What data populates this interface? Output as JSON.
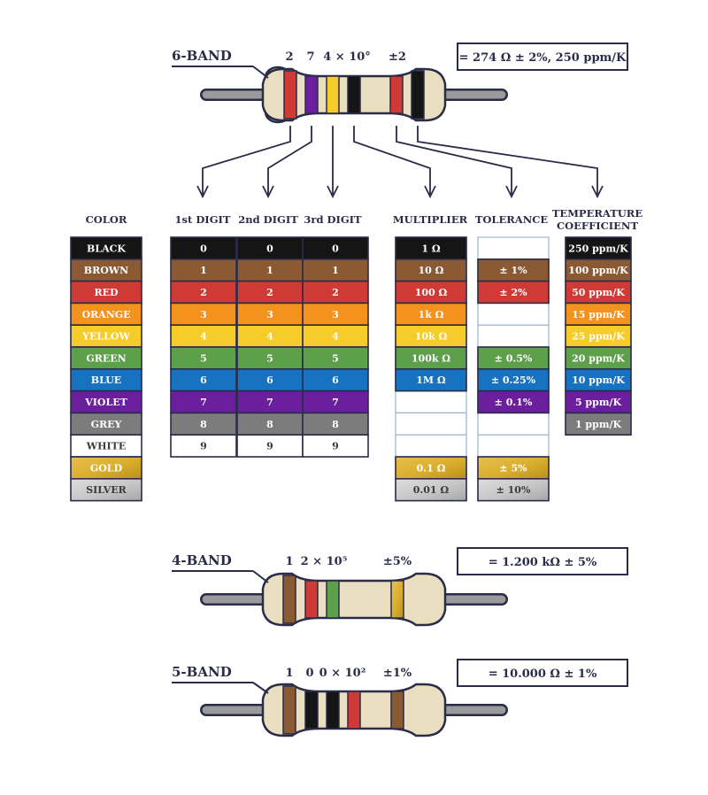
{
  "colors": {
    "ink": "#2a2c48",
    "body": "#e9dfc0",
    "body_shade": "#d9cba2",
    "lead": "#9a9a9a",
    "table_line": "#9bb4cb",
    "black": "#151515",
    "brown": "#8a5a34",
    "red": "#cf3a34",
    "orange": "#f4921e",
    "yellow": "#f6cc2a",
    "green": "#5da04a",
    "blue": "#1772c2",
    "violet": "#6b1f9e",
    "grey": "#7c7c7c",
    "white": "#ffffff",
    "gold": "#d9ad2c",
    "silver": "#c6c6c6"
  },
  "color_names": [
    "BLACK",
    "BROWN",
    "RED",
    "ORANGE",
    "YELLOW",
    "GREEN",
    "BLUE",
    "VIOLET",
    "GREY",
    "WHITE",
    "GOLD",
    "SILVER"
  ],
  "color_keys": [
    "black",
    "brown",
    "red",
    "orange",
    "yellow",
    "green",
    "blue",
    "violet",
    "grey",
    "white",
    "gold",
    "silver"
  ],
  "headers": {
    "color": "COLOR",
    "digit1": "1st DIGIT",
    "digit2": "2nd DIGIT",
    "digit3": "3rd DIGIT",
    "multiplier": "MULTIPLIER",
    "tolerance": "TOLERANCE",
    "tempco_line1": "TEMPERATURE",
    "tempco_line2": "COEFFICIENT"
  },
  "digits": [
    "0",
    "1",
    "2",
    "3",
    "4",
    "5",
    "6",
    "7",
    "8",
    "9"
  ],
  "multipliers": [
    "1 Ω",
    "10 Ω",
    "100 Ω",
    "1k Ω",
    "10k Ω",
    "100k Ω",
    "1M Ω",
    "",
    "",
    "",
    "0.1 Ω",
    "0.01 Ω"
  ],
  "tolerances": [
    "",
    "± 1%",
    "± 2%",
    "",
    "",
    "± 0.5%",
    "± 0.25%",
    "± 0.1%",
    "",
    "",
    "± 5%",
    "± 10%"
  ],
  "tempcos": [
    "250 ppm/K",
    "100 ppm/K",
    "50 ppm/K",
    "15 ppm/K",
    "25 ppm/K",
    "20 ppm/K",
    "10 ppm/K",
    "5 ppm/K",
    "1 ppm/K"
  ],
  "resistors": {
    "six_band": {
      "label": "6-BAND",
      "result": "= 274 Ω ± 2%, 250 ppm/K",
      "bands": [
        "red",
        "violet",
        "yellow",
        "black",
        "red",
        "black"
      ],
      "annotations": [
        "2",
        "7",
        "4 × 10°",
        "±2"
      ]
    },
    "four_band": {
      "label": "4-BAND",
      "result": "= 1.200 kΩ ± 5%",
      "bands": [
        "brown",
        "red",
        "green",
        "gold"
      ],
      "annotations": [
        "1",
        "2 × 10⁵",
        "±5%"
      ]
    },
    "five_band": {
      "label": "5-BAND",
      "result": "= 10.000 Ω ± 1%",
      "bands": [
        "brown",
        "black",
        "black",
        "red",
        "brown"
      ],
      "annotations": [
        "1",
        "0",
        "0 × 10²",
        "±1%"
      ]
    }
  }
}
